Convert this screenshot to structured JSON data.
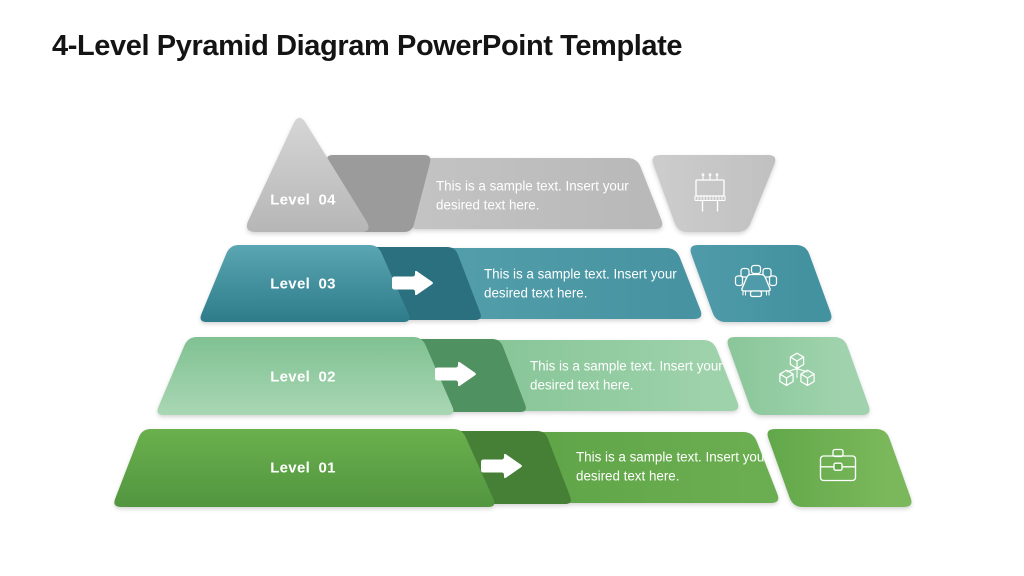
{
  "slide": {
    "title": "4-Level Pyramid Diagram PowerPoint Template"
  },
  "theme": {
    "background": "#ffffff",
    "title_color": "#141414",
    "label_color": "#ffffff",
    "description_color": "#ffffff",
    "arrow_color": "#ffffff"
  },
  "levels": [
    {
      "id": "level-04",
      "label": "Level 04",
      "description": "This is a sample text. Insert your desired text here.",
      "icon": "billboard-icon",
      "has_arrow": false,
      "colors": {
        "segment_top": "#d7d7d7",
        "segment_bottom": "#b6b6b6",
        "connector_dark": "#9b9b9b",
        "bar_from": "#c5c5c5",
        "bar_to": "#b9b9b9",
        "box_from": "#cdcdcd",
        "box_to": "#c0c0c0"
      }
    },
    {
      "id": "level-03",
      "label": "Level 03",
      "description": "This is a sample text. Insert your desired text here.",
      "icon": "meeting-table-icon",
      "has_arrow": true,
      "colors": {
        "segment_top": "#5aa6b2",
        "segment_bottom": "#2e7b8a",
        "connector_dark": "#2b707e",
        "bar_from": "#549fab",
        "bar_to": "#4793a1",
        "box_from": "#509baa",
        "box_to": "#4392a0"
      }
    },
    {
      "id": "level-02",
      "label": "Level 02",
      "description": "This is a sample text. Insert your desired text here.",
      "icon": "cubes-icon",
      "has_arrow": true,
      "colors": {
        "segment_top": "#80c192",
        "segment_bottom": "#a9d7b4",
        "connector_dark": "#4f9160",
        "bar_from": "#85c495",
        "bar_to": "#9ed2ab",
        "box_from": "#89c699",
        "box_to": "#a0d3ad"
      }
    },
    {
      "id": "level-01",
      "label": "Level 01",
      "description": "This is a sample text. Insert your desired text here.",
      "icon": "briefcase-icon",
      "has_arrow": true,
      "colors": {
        "segment_top": "#6ab04d",
        "segment_bottom": "#529540",
        "connector_dark": "#467f36",
        "bar_from": "#5ea447",
        "bar_to": "#6bae51",
        "box_from": "#61a749",
        "box_to": "#7ab85b"
      }
    }
  ]
}
